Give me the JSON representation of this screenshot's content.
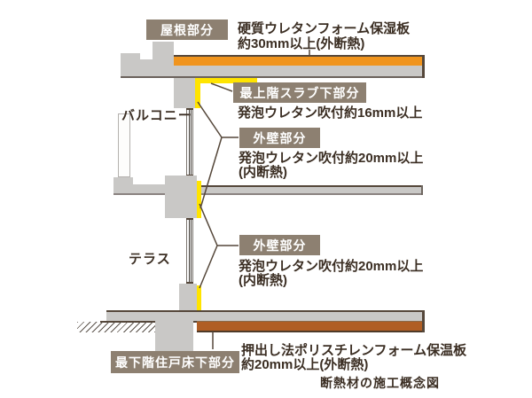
{
  "caption": "断熱材の施工概念図",
  "labels": {
    "roof": "屋根部分",
    "top_slab": "最上階スラブ下部分",
    "wall_upper": "外壁部分",
    "wall_lower": "外壁部分",
    "bottom_floor": "最下階住戸床下部分"
  },
  "notes": {
    "roof_l1": "硬質ウレタンフォーム保湿板",
    "roof_l2": "約30mm以上(外断熱)",
    "top_slab": "発泡ウレタン吹付約16mm以上",
    "wall_upper_l1": "発泡ウレタン吹付約20mm以上",
    "wall_upper_l2": "(内断熱)",
    "wall_lower_l1": "発泡ウレタン吹付約20mm以上",
    "wall_lower_l2": "(内断熱)",
    "bottom_l1": "押出し法ポリスチレンフォーム保温板",
    "bottom_l2": "約20mm以上(外断熱)"
  },
  "places": {
    "balcony": "バルコニー",
    "terrace": "テラス"
  },
  "colors": {
    "label_bg": "#8d8071",
    "label_text": "#ffffff",
    "text": "#3b2e23",
    "concrete": "#c9c8c6",
    "roof_insulation": "#f0941d",
    "floor_insulation": "#b05e24",
    "spray_insulation": "#ffe400",
    "line_dark": "#55473a",
    "edge": "#6b625c"
  }
}
